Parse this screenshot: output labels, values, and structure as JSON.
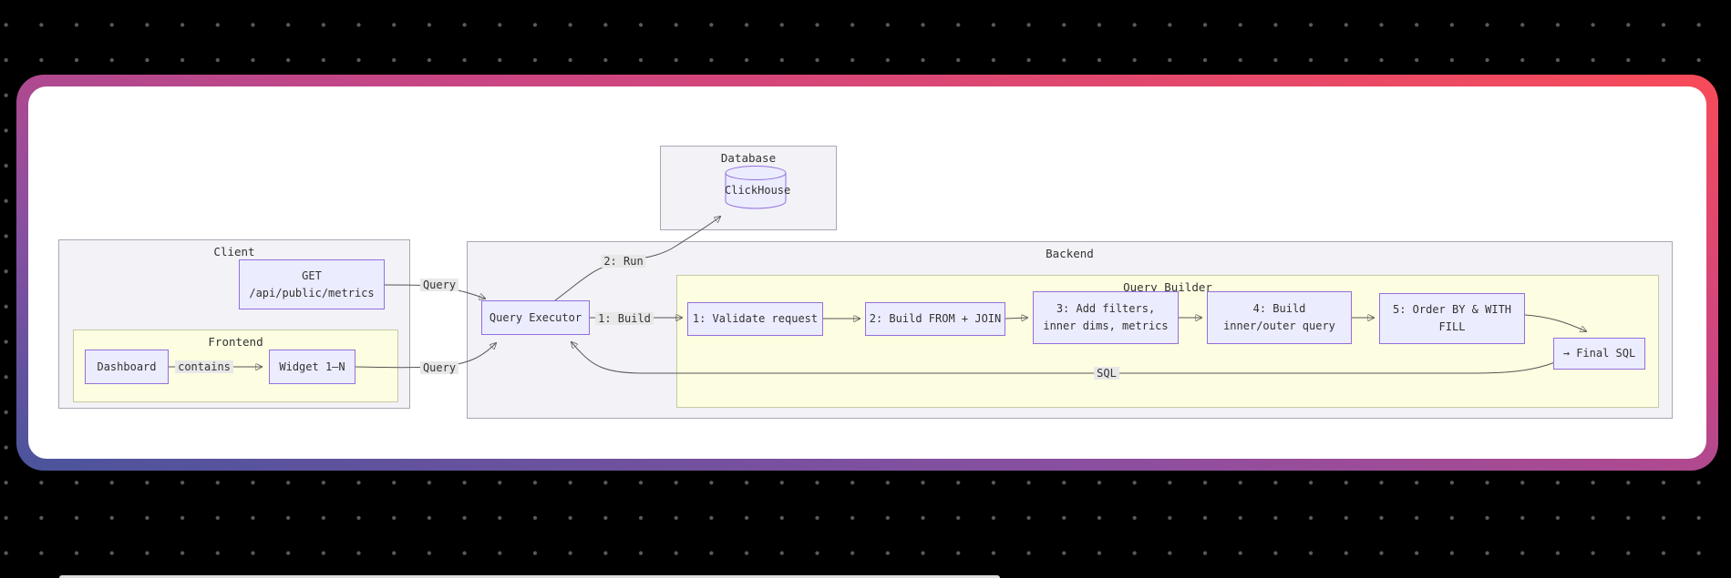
{
  "colors": {
    "background": "#000000",
    "dot": "#5a5a60",
    "frame_gradient_start": "#4a549c",
    "frame_gradient_mid": "#c94584",
    "frame_gradient_end": "#f84b59",
    "cluster_fill": "#f2f2f7",
    "cluster_border": "#a8a8b4",
    "yellow_fill": "#fdfde1",
    "yellow_border": "#c9c9a6",
    "node_fill": "#ECECFF",
    "node_border": "#9370DB",
    "edge": "#565656",
    "label_bg": "#e8e8e8"
  },
  "clusters": {
    "database": "Database",
    "client": "Client",
    "frontend": "Frontend",
    "backend": "Backend",
    "query_builder": "Query Builder"
  },
  "nodes": {
    "clickhouse": "ClickHouse",
    "get_api": {
      "line1": "GET",
      "line2": "/api/public/metrics"
    },
    "dashboard": "Dashboard",
    "widget": "Widget 1–N",
    "query_executor": "Query Executor",
    "step1": "1: Validate request",
    "step2": "2: Build FROM + JOIN",
    "step3": {
      "line1": "3: Add filters,",
      "line2": "inner dims, metrics"
    },
    "step4": {
      "line1": "4: Build",
      "line2": "inner/outer query"
    },
    "step5": {
      "line1": "5: Order BY & WITH",
      "line2": "FILL"
    },
    "final_sql": "→ Final SQL"
  },
  "edge_labels": {
    "query_get": "Query",
    "query_widget": "Query",
    "run": "2: Run",
    "build": "1: Build",
    "sql": "SQL",
    "contains": "contains"
  }
}
